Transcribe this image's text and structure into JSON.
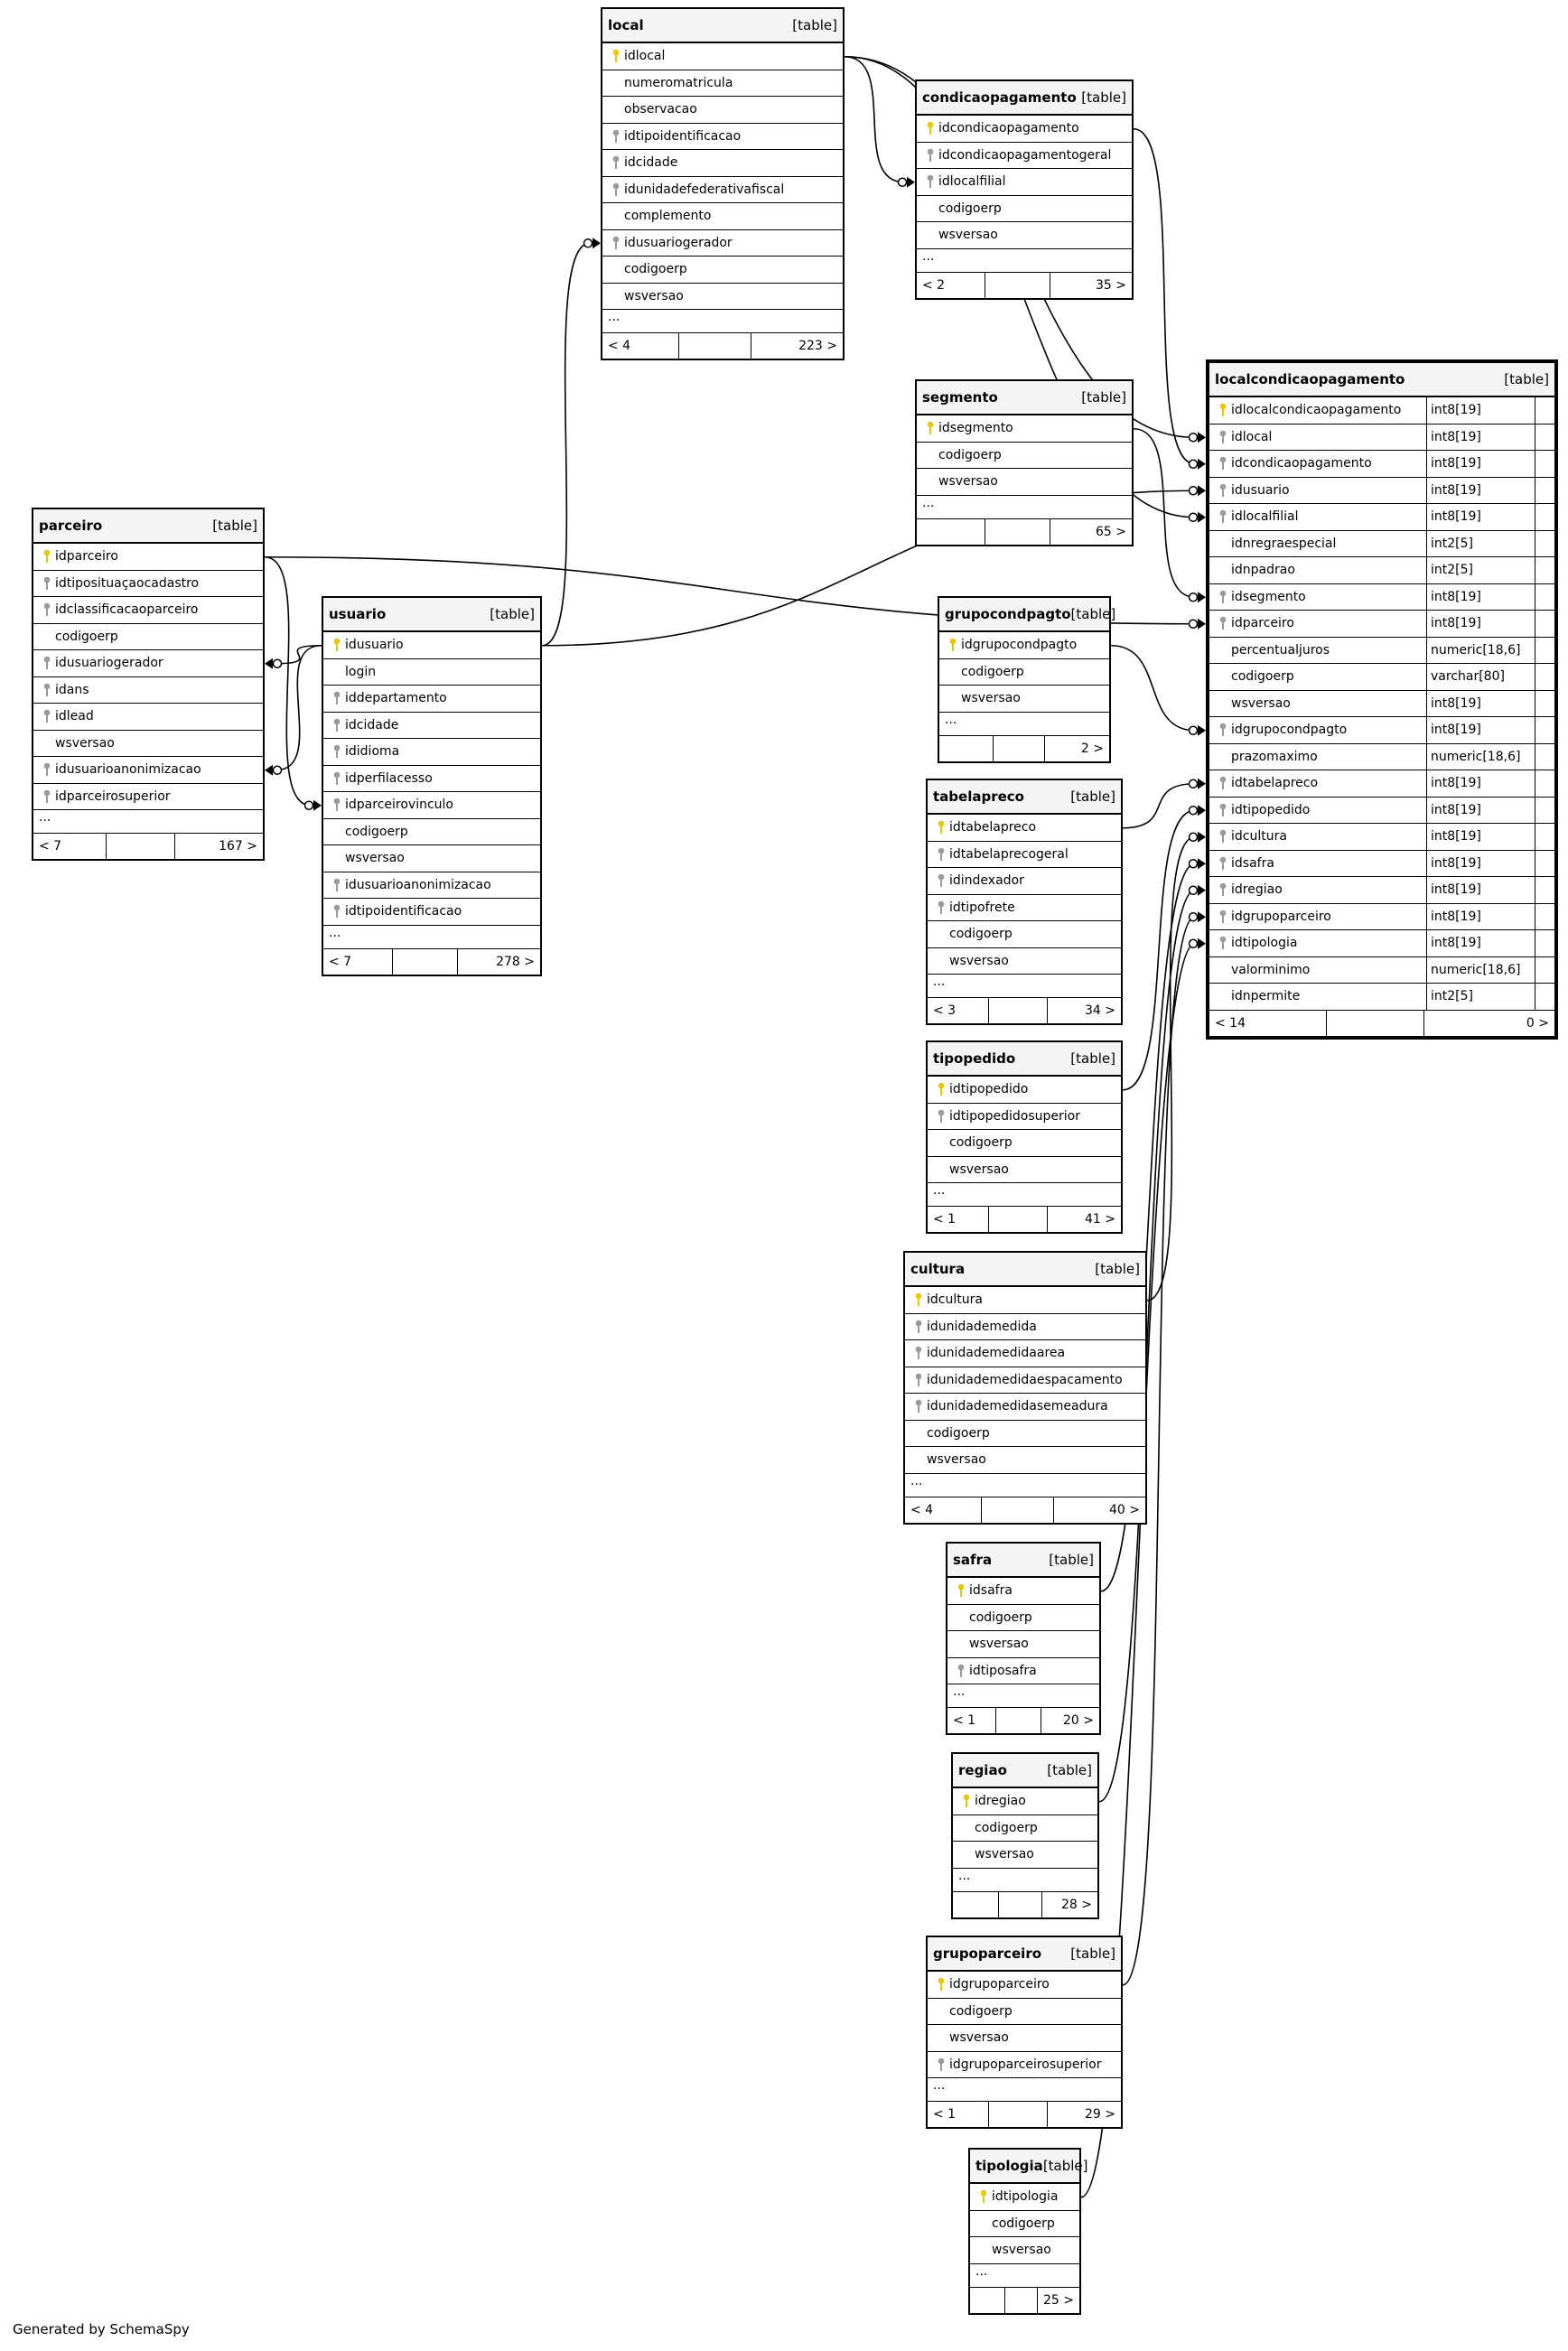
{
  "credit": "Generated by SchemaSpy",
  "colors": {
    "line": "#000000",
    "pk_key": "#e8c800",
    "fk_key": "#9a9a9a",
    "header_bg": "#f4f4f4"
  },
  "tables": [
    {
      "id": "local",
      "name": "local",
      "type": "[table]",
      "columns": [
        {
          "name": "idlocal",
          "key": "pk"
        },
        {
          "name": "numeromatricula",
          "key": ""
        },
        {
          "name": "observacao",
          "key": ""
        },
        {
          "name": "idtipoidentificacao",
          "key": "fk"
        },
        {
          "name": "idcidade",
          "key": "fk"
        },
        {
          "name": "idunidadefederativafiscal",
          "key": "fk"
        },
        {
          "name": "complemento",
          "key": ""
        },
        {
          "name": "idusuariogerador",
          "key": "fk"
        },
        {
          "name": "codigoerp",
          "key": ""
        },
        {
          "name": "wsversao",
          "key": ""
        }
      ],
      "ellipsis": "...",
      "footer": [
        "< 4",
        "",
        "223 >"
      ]
    },
    {
      "id": "condicaopagamento",
      "name": "condicaopagamento",
      "type": "[table]",
      "columns": [
        {
          "name": "idcondicaopagamento",
          "key": "pk"
        },
        {
          "name": "idcondicaopagamentogeral",
          "key": "fk"
        },
        {
          "name": "idlocalfilial",
          "key": "fk"
        },
        {
          "name": "codigoerp",
          "key": ""
        },
        {
          "name": "wsversao",
          "key": ""
        }
      ],
      "ellipsis": "...",
      "footer": [
        "< 2",
        "",
        "35 >"
      ]
    },
    {
      "id": "segmento",
      "name": "segmento",
      "type": "[table]",
      "columns": [
        {
          "name": "idsegmento",
          "key": "pk"
        },
        {
          "name": "codigoerp",
          "key": ""
        },
        {
          "name": "wsversao",
          "key": ""
        }
      ],
      "ellipsis": "...",
      "footer": [
        "",
        "",
        "65 >"
      ]
    },
    {
      "id": "grupocondpagto",
      "name": "grupocondpagto",
      "type": "[table]",
      "columns": [
        {
          "name": "idgrupocondpagto",
          "key": "pk"
        },
        {
          "name": "codigoerp",
          "key": ""
        },
        {
          "name": "wsversao",
          "key": ""
        }
      ],
      "ellipsis": "...",
      "footer": [
        "",
        "",
        "2 >"
      ]
    },
    {
      "id": "parceiro",
      "name": "parceiro",
      "type": "[table]",
      "columns": [
        {
          "name": "idparceiro",
          "key": "pk"
        },
        {
          "name": "idtiposituaçaocadastro",
          "key": "fk"
        },
        {
          "name": "idclassificacaoparceiro",
          "key": "fk"
        },
        {
          "name": "codigoerp",
          "key": ""
        },
        {
          "name": "idusuariogerador",
          "key": "fk"
        },
        {
          "name": "idans",
          "key": "fk"
        },
        {
          "name": "idlead",
          "key": "fk"
        },
        {
          "name": "wsversao",
          "key": ""
        },
        {
          "name": "idusuarioanonimizacao",
          "key": "fk"
        },
        {
          "name": "idparceirosuperior",
          "key": "fk"
        }
      ],
      "ellipsis": "...",
      "footer": [
        "< 7",
        "",
        "167 >"
      ]
    },
    {
      "id": "usuario",
      "name": "usuario",
      "type": "[table]",
      "columns": [
        {
          "name": "idusuario",
          "key": "pk"
        },
        {
          "name": "login",
          "key": ""
        },
        {
          "name": "iddepartamento",
          "key": "fk"
        },
        {
          "name": "idcidade",
          "key": "fk"
        },
        {
          "name": "ididioma",
          "key": "fk"
        },
        {
          "name": "idperfilacesso",
          "key": "fk"
        },
        {
          "name": "idparceirovinculo",
          "key": "fk"
        },
        {
          "name": "codigoerp",
          "key": ""
        },
        {
          "name": "wsversao",
          "key": ""
        },
        {
          "name": "idusuarioanonimizacao",
          "key": "fk"
        },
        {
          "name": "idtipoidentificacao",
          "key": "fk"
        }
      ],
      "ellipsis": "...",
      "footer": [
        "< 7",
        "",
        "278 >"
      ]
    },
    {
      "id": "tabelapreco",
      "name": "tabelapreco",
      "type": "[table]",
      "columns": [
        {
          "name": "idtabelapreco",
          "key": "pk"
        },
        {
          "name": "idtabelaprecogeral",
          "key": "fk"
        },
        {
          "name": "idindexador",
          "key": "fk"
        },
        {
          "name": "idtipofrete",
          "key": "fk"
        },
        {
          "name": "codigoerp",
          "key": ""
        },
        {
          "name": "wsversao",
          "key": ""
        }
      ],
      "ellipsis": "...",
      "footer": [
        "< 3",
        "",
        "34 >"
      ]
    },
    {
      "id": "tipopedido",
      "name": "tipopedido",
      "type": "[table]",
      "columns": [
        {
          "name": "idtipopedido",
          "key": "pk"
        },
        {
          "name": "idtipopedidosuperior",
          "key": "fk"
        },
        {
          "name": "codigoerp",
          "key": ""
        },
        {
          "name": "wsversao",
          "key": ""
        }
      ],
      "ellipsis": "...",
      "footer": [
        "< 1",
        "",
        "41 >"
      ]
    },
    {
      "id": "cultura",
      "name": "cultura",
      "type": "[table]",
      "columns": [
        {
          "name": "idcultura",
          "key": "pk"
        },
        {
          "name": "idunidademedida",
          "key": "fk"
        },
        {
          "name": "idunidademedidaarea",
          "key": "fk"
        },
        {
          "name": "idunidademedidaespacamento",
          "key": "fk"
        },
        {
          "name": "idunidademedidasemeadura",
          "key": "fk"
        },
        {
          "name": "codigoerp",
          "key": ""
        },
        {
          "name": "wsversao",
          "key": ""
        }
      ],
      "ellipsis": "...",
      "footer": [
        "< 4",
        "",
        "40 >"
      ]
    },
    {
      "id": "safra",
      "name": "safra",
      "type": "[table]",
      "columns": [
        {
          "name": "idsafra",
          "key": "pk"
        },
        {
          "name": "codigoerp",
          "key": ""
        },
        {
          "name": "wsversao",
          "key": ""
        },
        {
          "name": "idtiposafra",
          "key": "fk"
        }
      ],
      "ellipsis": "...",
      "footer": [
        "< 1",
        "",
        "20 >"
      ]
    },
    {
      "id": "regiao",
      "name": "regiao",
      "type": "[table]",
      "columns": [
        {
          "name": "idregiao",
          "key": "pk"
        },
        {
          "name": "codigoerp",
          "key": ""
        },
        {
          "name": "wsversao",
          "key": ""
        }
      ],
      "ellipsis": "...",
      "footer": [
        "",
        "",
        "28 >"
      ]
    },
    {
      "id": "grupoparceiro",
      "name": "grupoparceiro",
      "type": "[table]",
      "columns": [
        {
          "name": "idgrupoparceiro",
          "key": "pk"
        },
        {
          "name": "codigoerp",
          "key": ""
        },
        {
          "name": "wsversao",
          "key": ""
        },
        {
          "name": "idgrupoparceirosuperior",
          "key": "fk"
        }
      ],
      "ellipsis": "...",
      "footer": [
        "< 1",
        "",
        "29 >"
      ]
    },
    {
      "id": "tipologia",
      "name": "tipologia",
      "type": "[table]",
      "columns": [
        {
          "name": "idtipologia",
          "key": "pk"
        },
        {
          "name": "codigoerp",
          "key": ""
        },
        {
          "name": "wsversao",
          "key": ""
        }
      ],
      "ellipsis": "...",
      "footer": [
        "",
        "",
        "25 >"
      ]
    },
    {
      "id": "localcondicaopagamento",
      "name": "localcondicaopagamento",
      "type": "[table]",
      "focus": true,
      "columns": [
        {
          "name": "idlocalcondicaopagamento",
          "key": "pk",
          "type": "int8[19]"
        },
        {
          "name": "idlocal",
          "key": "fk",
          "type": "int8[19]"
        },
        {
          "name": "idcondicaopagamento",
          "key": "fk",
          "type": "int8[19]"
        },
        {
          "name": "idusuario",
          "key": "fk",
          "type": "int8[19]"
        },
        {
          "name": "idlocalfilial",
          "key": "fk",
          "type": "int8[19]"
        },
        {
          "name": "idnregraespecial",
          "key": "",
          "type": "int2[5]"
        },
        {
          "name": "idnpadrao",
          "key": "",
          "type": "int2[5]"
        },
        {
          "name": "idsegmento",
          "key": "fk",
          "type": "int8[19]"
        },
        {
          "name": "idparceiro",
          "key": "fk",
          "type": "int8[19]"
        },
        {
          "name": "percentualjuros",
          "key": "",
          "type": "numeric[18,6]"
        },
        {
          "name": "codigoerp",
          "key": "",
          "type": "varchar[80]"
        },
        {
          "name": "wsversao",
          "key": "",
          "type": "int8[19]"
        },
        {
          "name": "idgrupocondpagto",
          "key": "fk",
          "type": "int8[19]"
        },
        {
          "name": "prazomaximo",
          "key": "",
          "type": "numeric[18,6]"
        },
        {
          "name": "idtabelapreco",
          "key": "fk",
          "type": "int8[19]"
        },
        {
          "name": "idtipopedido",
          "key": "fk",
          "type": "int8[19]"
        },
        {
          "name": "idcultura",
          "key": "fk",
          "type": "int8[19]"
        },
        {
          "name": "idsafra",
          "key": "fk",
          "type": "int8[19]"
        },
        {
          "name": "idregiao",
          "key": "fk",
          "type": "int8[19]"
        },
        {
          "name": "idgrupoparceiro",
          "key": "fk",
          "type": "int8[19]"
        },
        {
          "name": "idtipologia",
          "key": "fk",
          "type": "int8[19]"
        },
        {
          "name": "valorminimo",
          "key": "",
          "type": "numeric[18,6]"
        },
        {
          "name": "idnpermite",
          "key": "",
          "type": "int2[5]"
        }
      ],
      "footer": [
        "< 14",
        "",
        "0 >"
      ]
    }
  ],
  "relations": [
    {
      "from": "local.idlocal",
      "to": "localcondicaopagamento.idlocal"
    },
    {
      "from": "local.idlocal",
      "to": "localcondicaopagamento.idlocalfilial"
    },
    {
      "from": "local.idlocal",
      "to": "condicaopagamento.idlocalfilial"
    },
    {
      "from": "condicaopagamento.idcondicaopagamento",
      "to": "localcondicaopagamento.idcondicaopagamento"
    },
    {
      "from": "usuario.idusuario",
      "to": "localcondicaopagamento.idusuario"
    },
    {
      "from": "usuario.idusuario",
      "to": "local.idusuariogerador"
    },
    {
      "from": "usuario.idusuario",
      "to": "parceiro.idusuariogerador"
    },
    {
      "from": "usuario.idusuario",
      "to": "parceiro.idusuarioanonimizacao"
    },
    {
      "from": "parceiro.idparceiro",
      "to": "localcondicaopagamento.idparceiro"
    },
    {
      "from": "parceiro.idparceiro",
      "to": "usuario.idparceirovinculo"
    },
    {
      "from": "segmento.idsegmento",
      "to": "localcondicaopagamento.idsegmento"
    },
    {
      "from": "grupocondpagto.idgrupocondpagto",
      "to": "localcondicaopagamento.idgrupocondpagto"
    },
    {
      "from": "tabelapreco.idtabelapreco",
      "to": "localcondicaopagamento.idtabelapreco"
    },
    {
      "from": "tipopedido.idtipopedido",
      "to": "localcondicaopagamento.idtipopedido"
    },
    {
      "from": "cultura.idcultura",
      "to": "localcondicaopagamento.idcultura"
    },
    {
      "from": "safra.idsafra",
      "to": "localcondicaopagamento.idsafra"
    },
    {
      "from": "regiao.idregiao",
      "to": "localcondicaopagamento.idregiao"
    },
    {
      "from": "grupoparceiro.idgrupoparceiro",
      "to": "localcondicaopagamento.idgrupoparceiro"
    },
    {
      "from": "tipologia.idtipologia",
      "to": "localcondicaopagamento.idtipologia"
    }
  ]
}
